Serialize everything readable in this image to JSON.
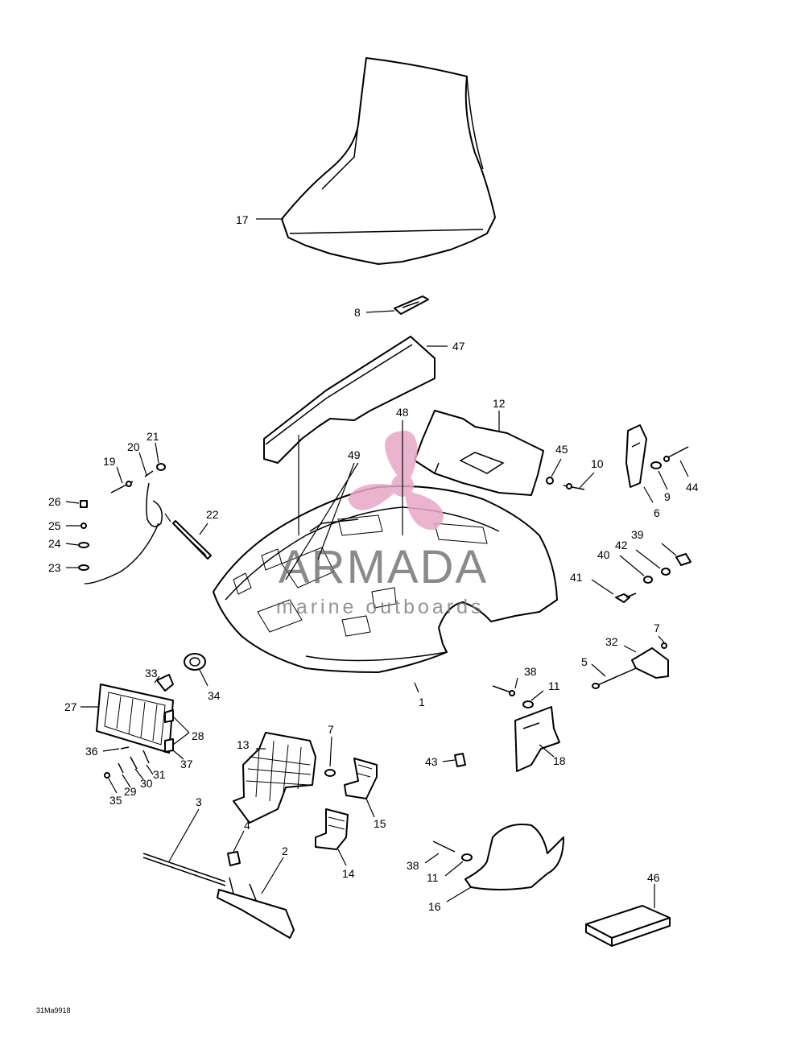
{
  "drawing_code": "31Ma9918",
  "watermark": {
    "name": "ARMADA",
    "tagline": "marine outboards",
    "logo_color": "#e8a7c6"
  },
  "callouts": {
    "c1": "1",
    "c2": "2",
    "c3": "3",
    "c4": "4",
    "c5": "5",
    "c6": "6",
    "c7a": "7",
    "c7b": "7",
    "c8": "8",
    "c9": "9",
    "c10": "10",
    "c11a": "11",
    "c11b": "11",
    "c12": "12",
    "c13": "13",
    "c14": "14",
    "c15": "15",
    "c16": "16",
    "c17": "17",
    "c18": "18",
    "c19": "19",
    "c20": "20",
    "c21": "21",
    "c22": "22",
    "c23": "23",
    "c24": "24",
    "c25": "25",
    "c26": "26",
    "c27": "27",
    "c28": "28",
    "c29": "29",
    "c30": "30",
    "c31": "31",
    "c32": "32",
    "c33": "33",
    "c34": "34",
    "c35": "35",
    "c36": "36",
    "c37": "37",
    "c38a": "38",
    "c38b": "38",
    "c39": "39",
    "c40": "40",
    "c41": "41",
    "c42": "42",
    "c43": "43",
    "c44": "44",
    "c45": "45",
    "c46": "46",
    "c47": "47",
    "c48": "48",
    "c49": "49"
  }
}
